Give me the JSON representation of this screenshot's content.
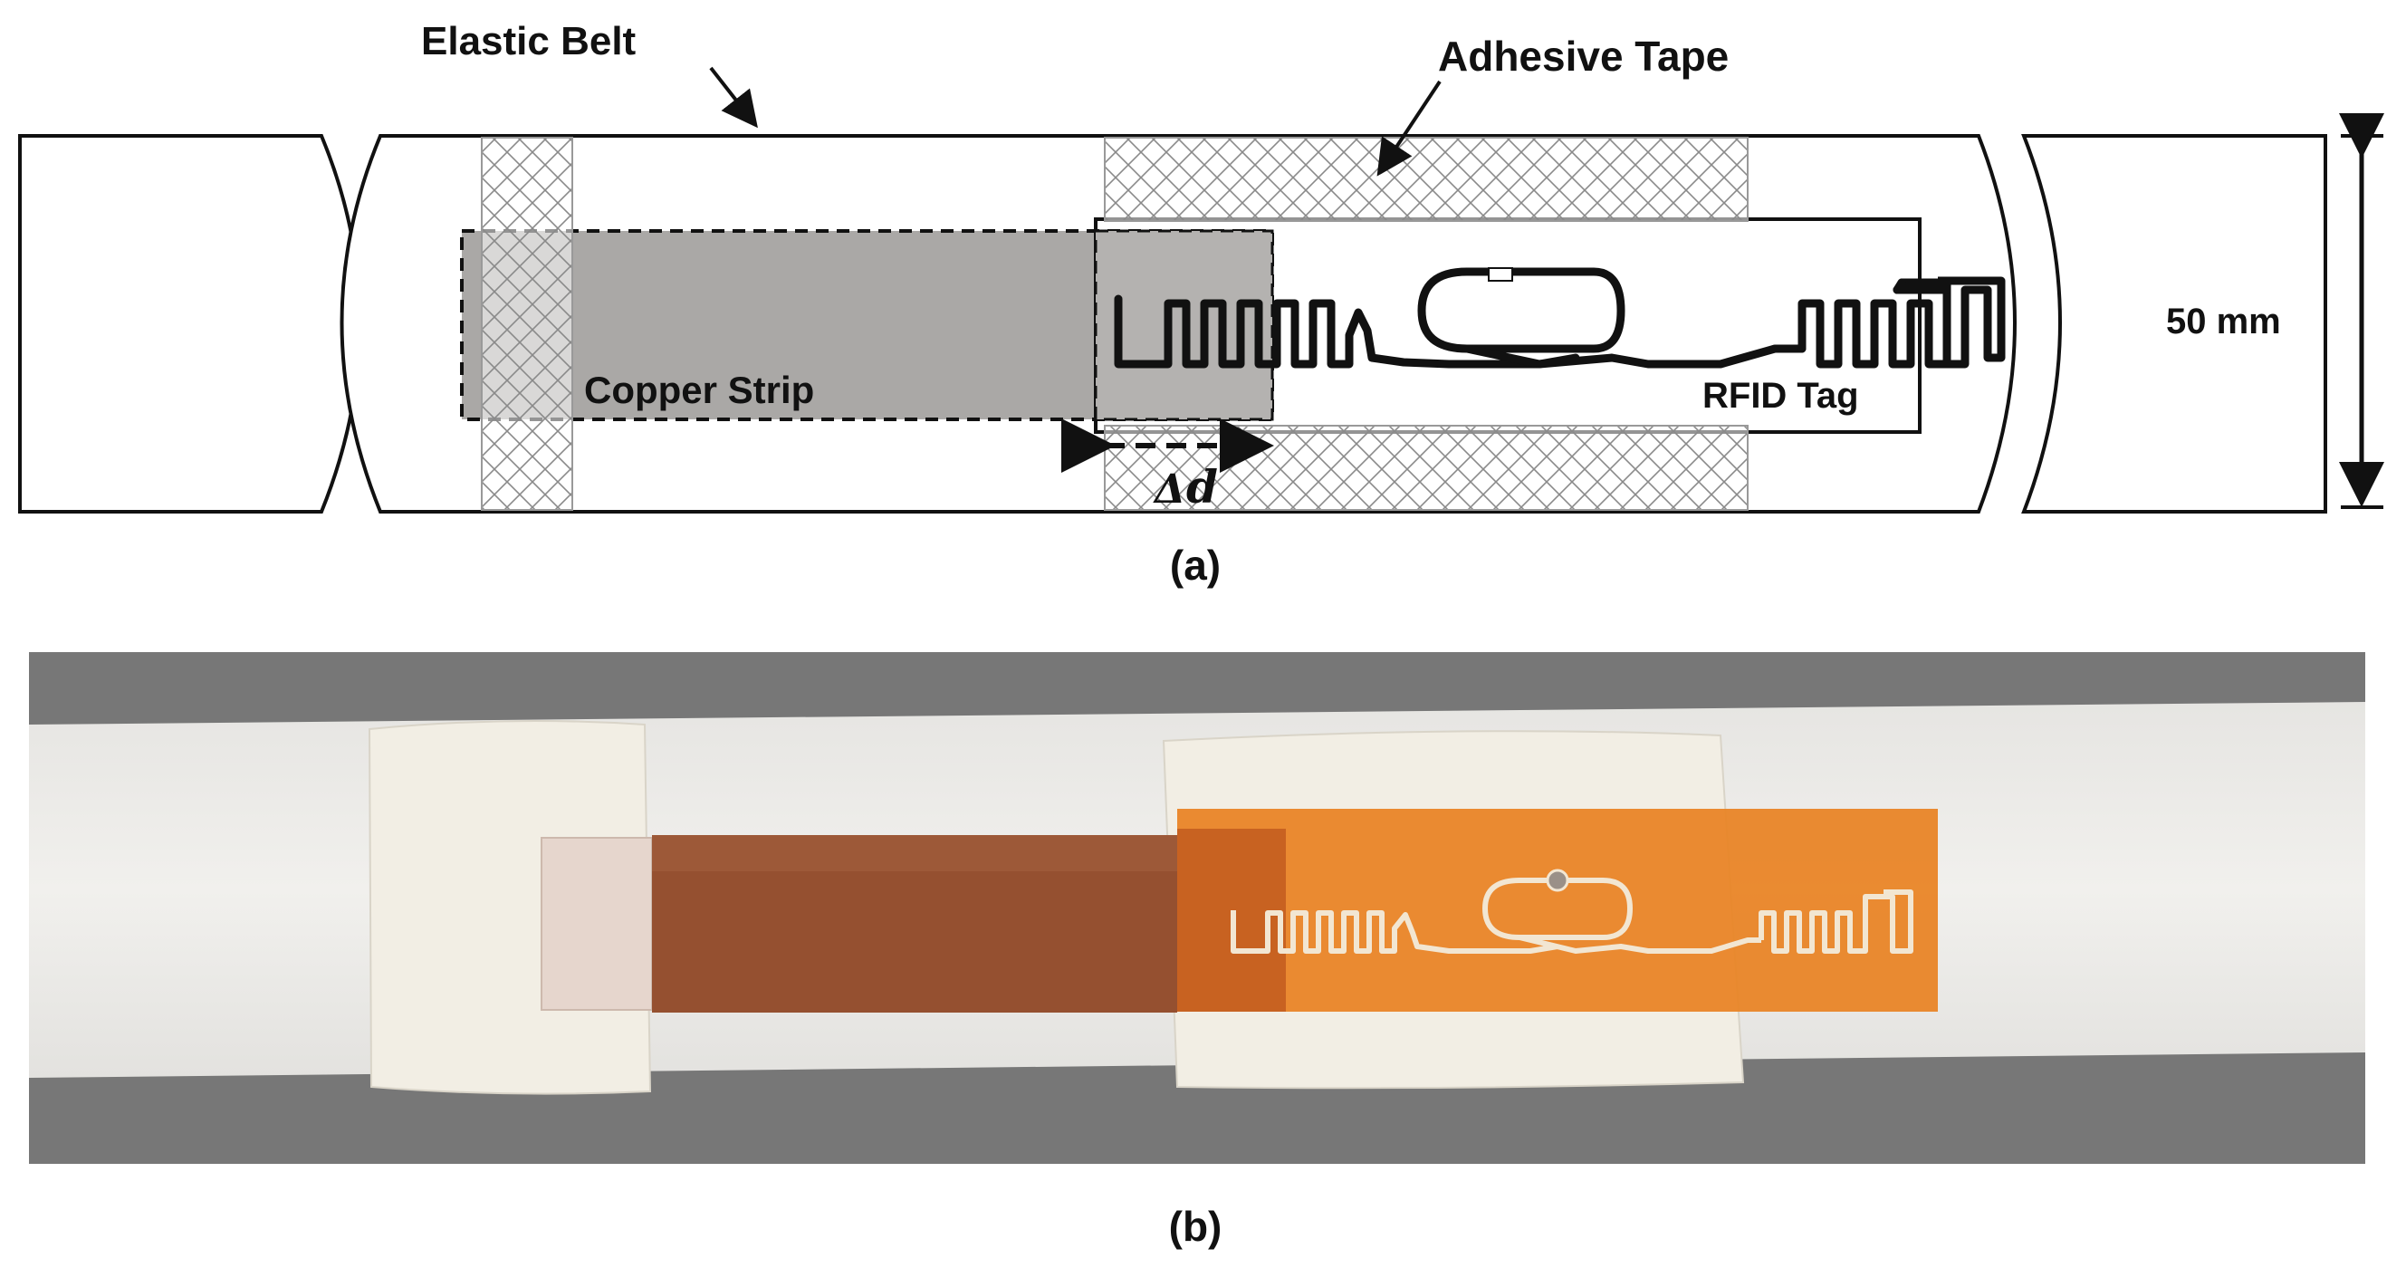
{
  "panel_a": {
    "labels": {
      "elastic_belt": "Elastic Belt",
      "adhesive_tape": "Adhesive Tape",
      "copper_strip": "Copper Strip",
      "rfid_tag": "RFID Tag",
      "width_dimension": "50 mm",
      "delta_symbol": "Δ",
      "delta_variable": "d"
    },
    "caption": "(a)",
    "colors": {
      "outline": "#111111",
      "copper_fill": "#aaa8a6",
      "hatch": "#8a8a8a",
      "antenna": "#111111"
    }
  },
  "panel_b": {
    "caption": "(b)",
    "colors": {
      "background_gray": "#777777",
      "belt_white": "#ecebe8",
      "tape_cream": "#f2eee4",
      "copper": "#955030",
      "copper_end": "#e6d6cd",
      "kapton": "#e98425",
      "antenna_trace": "#f2e6d2"
    }
  }
}
